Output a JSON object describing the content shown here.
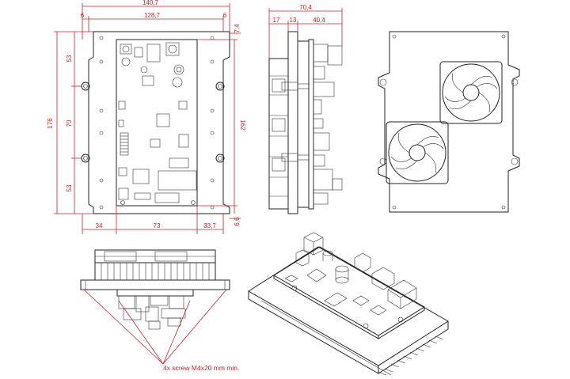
{
  "dimensions": {
    "top_total": "140,7",
    "top_inner": "128,7",
    "top_left_offset": "6",
    "top_right_offset": "6",
    "right_top_offset": "7,4",
    "left_total": "176",
    "left_seg1": "53",
    "left_seg2": "70",
    "left_seg3": "53",
    "right_height": "162",
    "bottom_left": "34",
    "bottom_mid": "73",
    "bottom_right": "33,7",
    "bottom_right_offset": "6,6",
    "side_total": "70,4",
    "side_seg1": "17",
    "side_seg2": "13",
    "side_seg3": "40,4"
  },
  "annotation": {
    "screw_note": "4x screw M4x20 mm min."
  },
  "colors": {
    "dimension": "#c0262d",
    "line": "#222222"
  }
}
